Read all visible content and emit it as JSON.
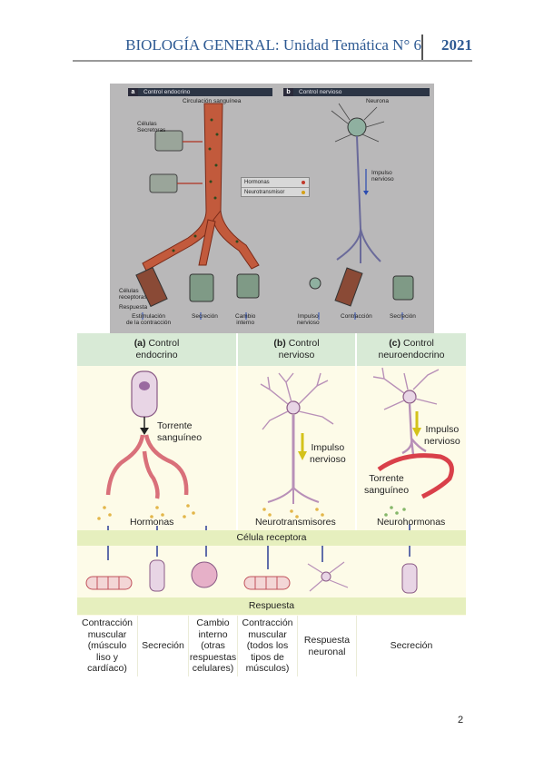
{
  "header": {
    "title": "BIOLOGÍA GENERAL: Unidad Temática N° 6",
    "year": "2021"
  },
  "figure_top": {
    "panel_a": {
      "tag": "a",
      "title": "Control endocrino",
      "blood_label": "Circulación sanguínea",
      "secretory_cells": "Células\nSecretoras",
      "receptor_cells": "Células\nreceptoras",
      "response_label": "Respuesta",
      "responses": [
        "Estimulación\nde la contracción",
        "Secreción",
        "Cambio\ninterno"
      ]
    },
    "panel_b": {
      "tag": "b",
      "title": "Control nervioso",
      "neuron_label": "Neurona",
      "impulse_label": "Impulso\nnervioso",
      "responses": [
        "Impulso\nnervioso",
        "Contracción",
        "Secreción"
      ]
    },
    "legend": [
      {
        "label": "Hormonas",
        "color": "#c0392b"
      },
      {
        "label": "Neurotransmisor",
        "color": "#d4a017"
      }
    ]
  },
  "figure_bottom": {
    "columns": [
      {
        "letter": "(a)",
        "title": "Control\nendocrino"
      },
      {
        "letter": "(b)",
        "title": "Control\nnervioso"
      },
      {
        "letter": "(c)",
        "title": "Control\nneuroendocrino"
      }
    ],
    "labels": {
      "torrente_a": "Torrente\nsanguíneo",
      "impulso_b": "Impulso\nnervioso",
      "impulso_c": "Impulso\nnervioso",
      "torrente_c": "Torrente\nsanguíneo",
      "hormonas": "Hormonas",
      "neurotransmisores": "Neurotransmisores",
      "neurohormonas": "Neurohormonas"
    },
    "band_receptor": "Célula receptora",
    "band_response": "Respuesta",
    "responses": [
      "Contracción\nmuscular\n(músculo\nliso y\ncardíaco)",
      "Secreción",
      "Cambio\ninterno\n(otras\nrespuestas\ncelulares)",
      "Contracción\nmuscular\n(todos los\ntipos de\nmúsculos)",
      "Respuesta\nneuronal",
      "Secreción"
    ]
  },
  "page_number": "2"
}
